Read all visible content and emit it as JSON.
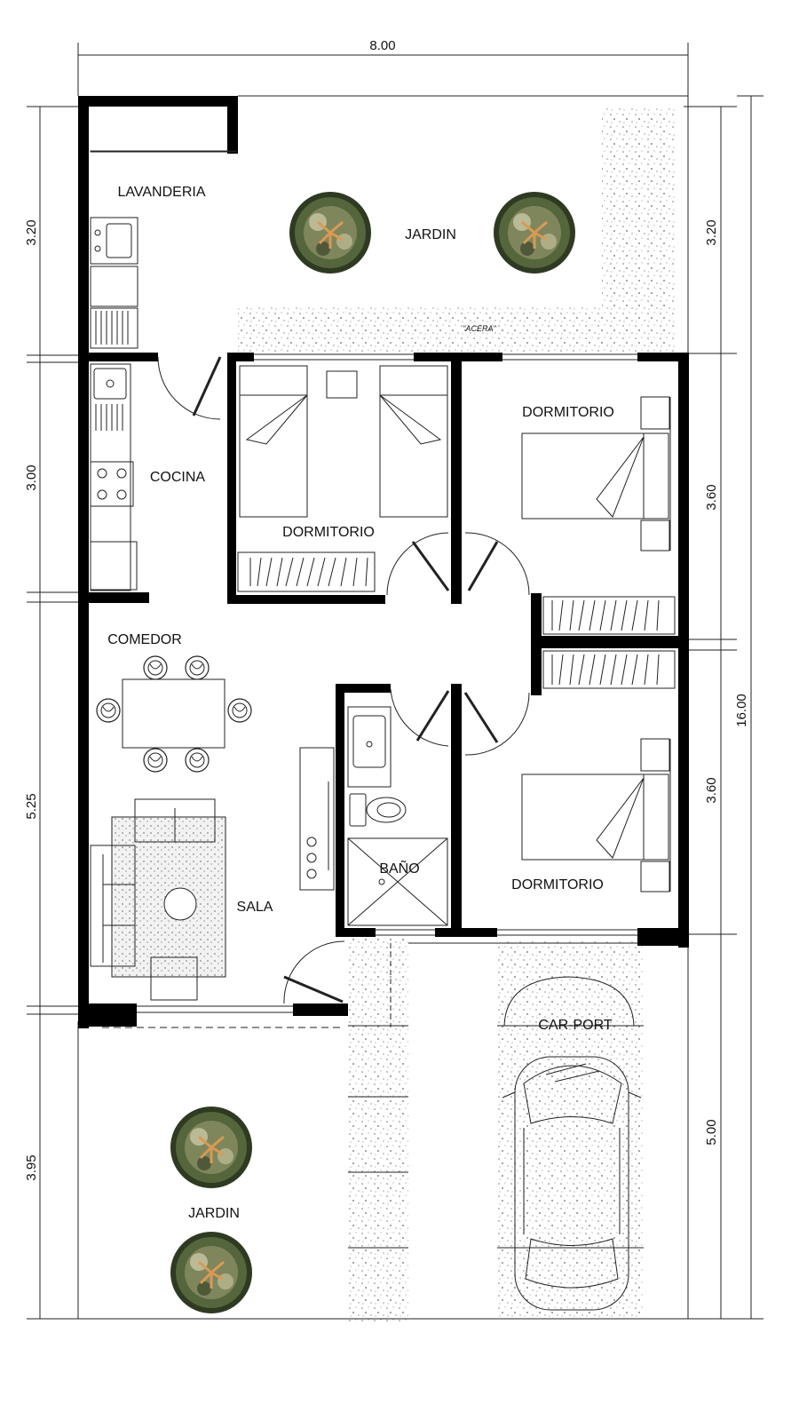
{
  "dimensions": {
    "top_width": "8.00",
    "total_height": "16.00",
    "left": [
      "3.20",
      "3.00",
      "5.25",
      "3.95"
    ],
    "right": [
      "3.20",
      "3.60",
      "3.60",
      "5.00"
    ]
  },
  "rooms": {
    "lavanderia": "LAVANDERIA",
    "jardin_back": "JARDIN",
    "acera": "\"ACERA\"",
    "cocina": "COCINA",
    "dormitorio_1": "DORMITORIO",
    "dormitorio_2": "DORMITORIO",
    "dormitorio_3": "DORMITORIO",
    "comedor": "COMEDOR",
    "bano": "BAÑO",
    "sala": "SALA",
    "car_port": "CAR-PORT",
    "jardin_front": "JARDIN"
  },
  "colors": {
    "walls": "#000000",
    "lines": "#222222",
    "background": "#ffffff",
    "tree_foliage": "#3b4a2a"
  },
  "icons": [
    "tree-icon",
    "bed-icon",
    "toilet-icon",
    "sink-icon",
    "stove-icon",
    "car-icon",
    "chair-icon",
    "sofa-icon",
    "door-swing-icon"
  ]
}
